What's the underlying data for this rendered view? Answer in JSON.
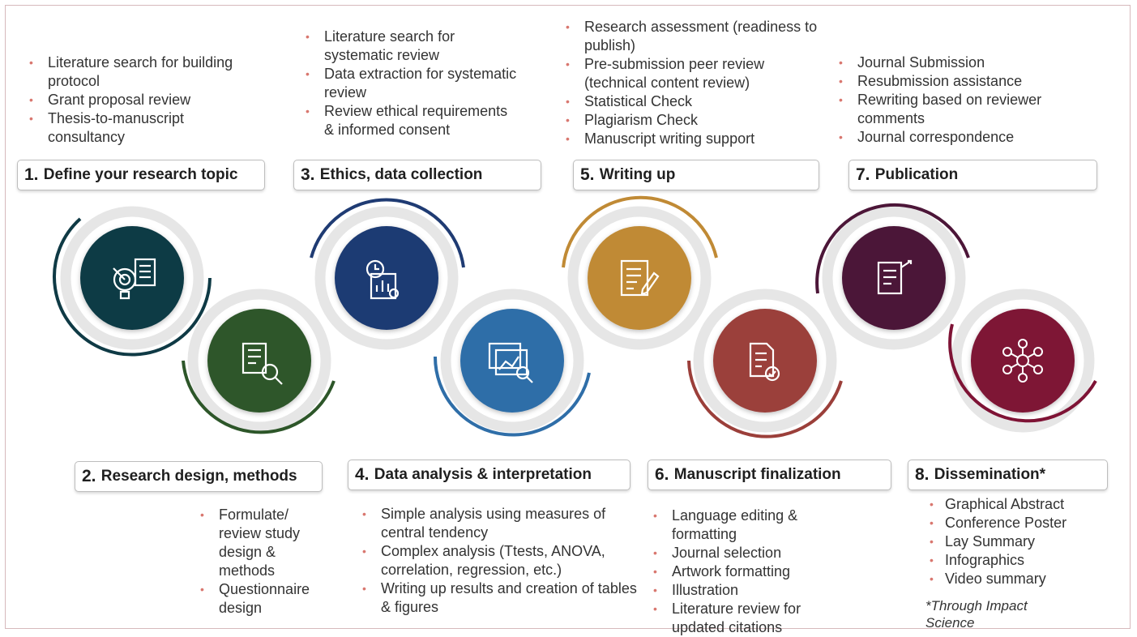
{
  "steps": [
    {
      "num": "1.",
      "title": "Define your research topic",
      "color": "#0f3a45",
      "bullets": [
        "Literature search for building protocol",
        "Grant proposal review",
        "Thesis-to-manuscript consultancy"
      ]
    },
    {
      "num": "2.",
      "title": "Research design, methods",
      "color": "#2d5629",
      "bullets": [
        "Formulate/ review study design & methods",
        "Questionnaire design"
      ]
    },
    {
      "num": "3.",
      "title": "Ethics, data collection",
      "color": "#1f3b73",
      "bullets": [
        "Literature search for systematic review",
        "Data extraction for systematic review",
        "Review ethical requirements & informed consent"
      ]
    },
    {
      "num": "4.",
      "title": "Data analysis & interpretation",
      "color": "#2f6ea8",
      "bullets": [
        "Simple analysis using measures of central tendency",
        "Complex analysis (Ttests, ANOVA, correlation, regression, etc.)",
        "Writing up results and creation of tables & figures"
      ]
    },
    {
      "num": "5.",
      "title": "Writing up",
      "color": "#c08a35",
      "bullets": [
        "Research assessment (readiness to publish)",
        "Pre-submission peer review (technical content review)",
        "Statistical Check",
        "Plagiarism Check",
        "Manuscript writing support"
      ]
    },
    {
      "num": "6.",
      "title": "Manuscript finalization",
      "color": "#9b3f3a",
      "bullets": [
        "Language editing & formatting",
        "Journal selection",
        "Artwork formatting",
        "Illustration",
        "Literature review for updated citations"
      ]
    },
    {
      "num": "7.",
      "title": "Publication",
      "color": "#4c1638",
      "bullets": [
        "Journal Submission",
        "Resubmission assistance",
        "Rewriting based on reviewer comments",
        "Journal correspondence"
      ]
    },
    {
      "num": "8.",
      "title": "Dissemination*",
      "color": "#7e1335",
      "bullets": [
        "Graphical Abstract",
        "Conference Poster",
        "Lay Summary",
        "Infographics",
        "Video summary"
      ]
    }
  ],
  "footnote": "*Through Impact Science",
  "icons": [
    "target-document-icon",
    "document-search-icon",
    "clock-chart-icon",
    "chart-magnifier-icon",
    "edit-document-icon",
    "document-check-icon",
    "document-share-icon",
    "network-icon"
  ],
  "colors": {
    "bullet": "#d9776f",
    "ring": "#e6e6e6",
    "frame": "#d7b9bc"
  }
}
